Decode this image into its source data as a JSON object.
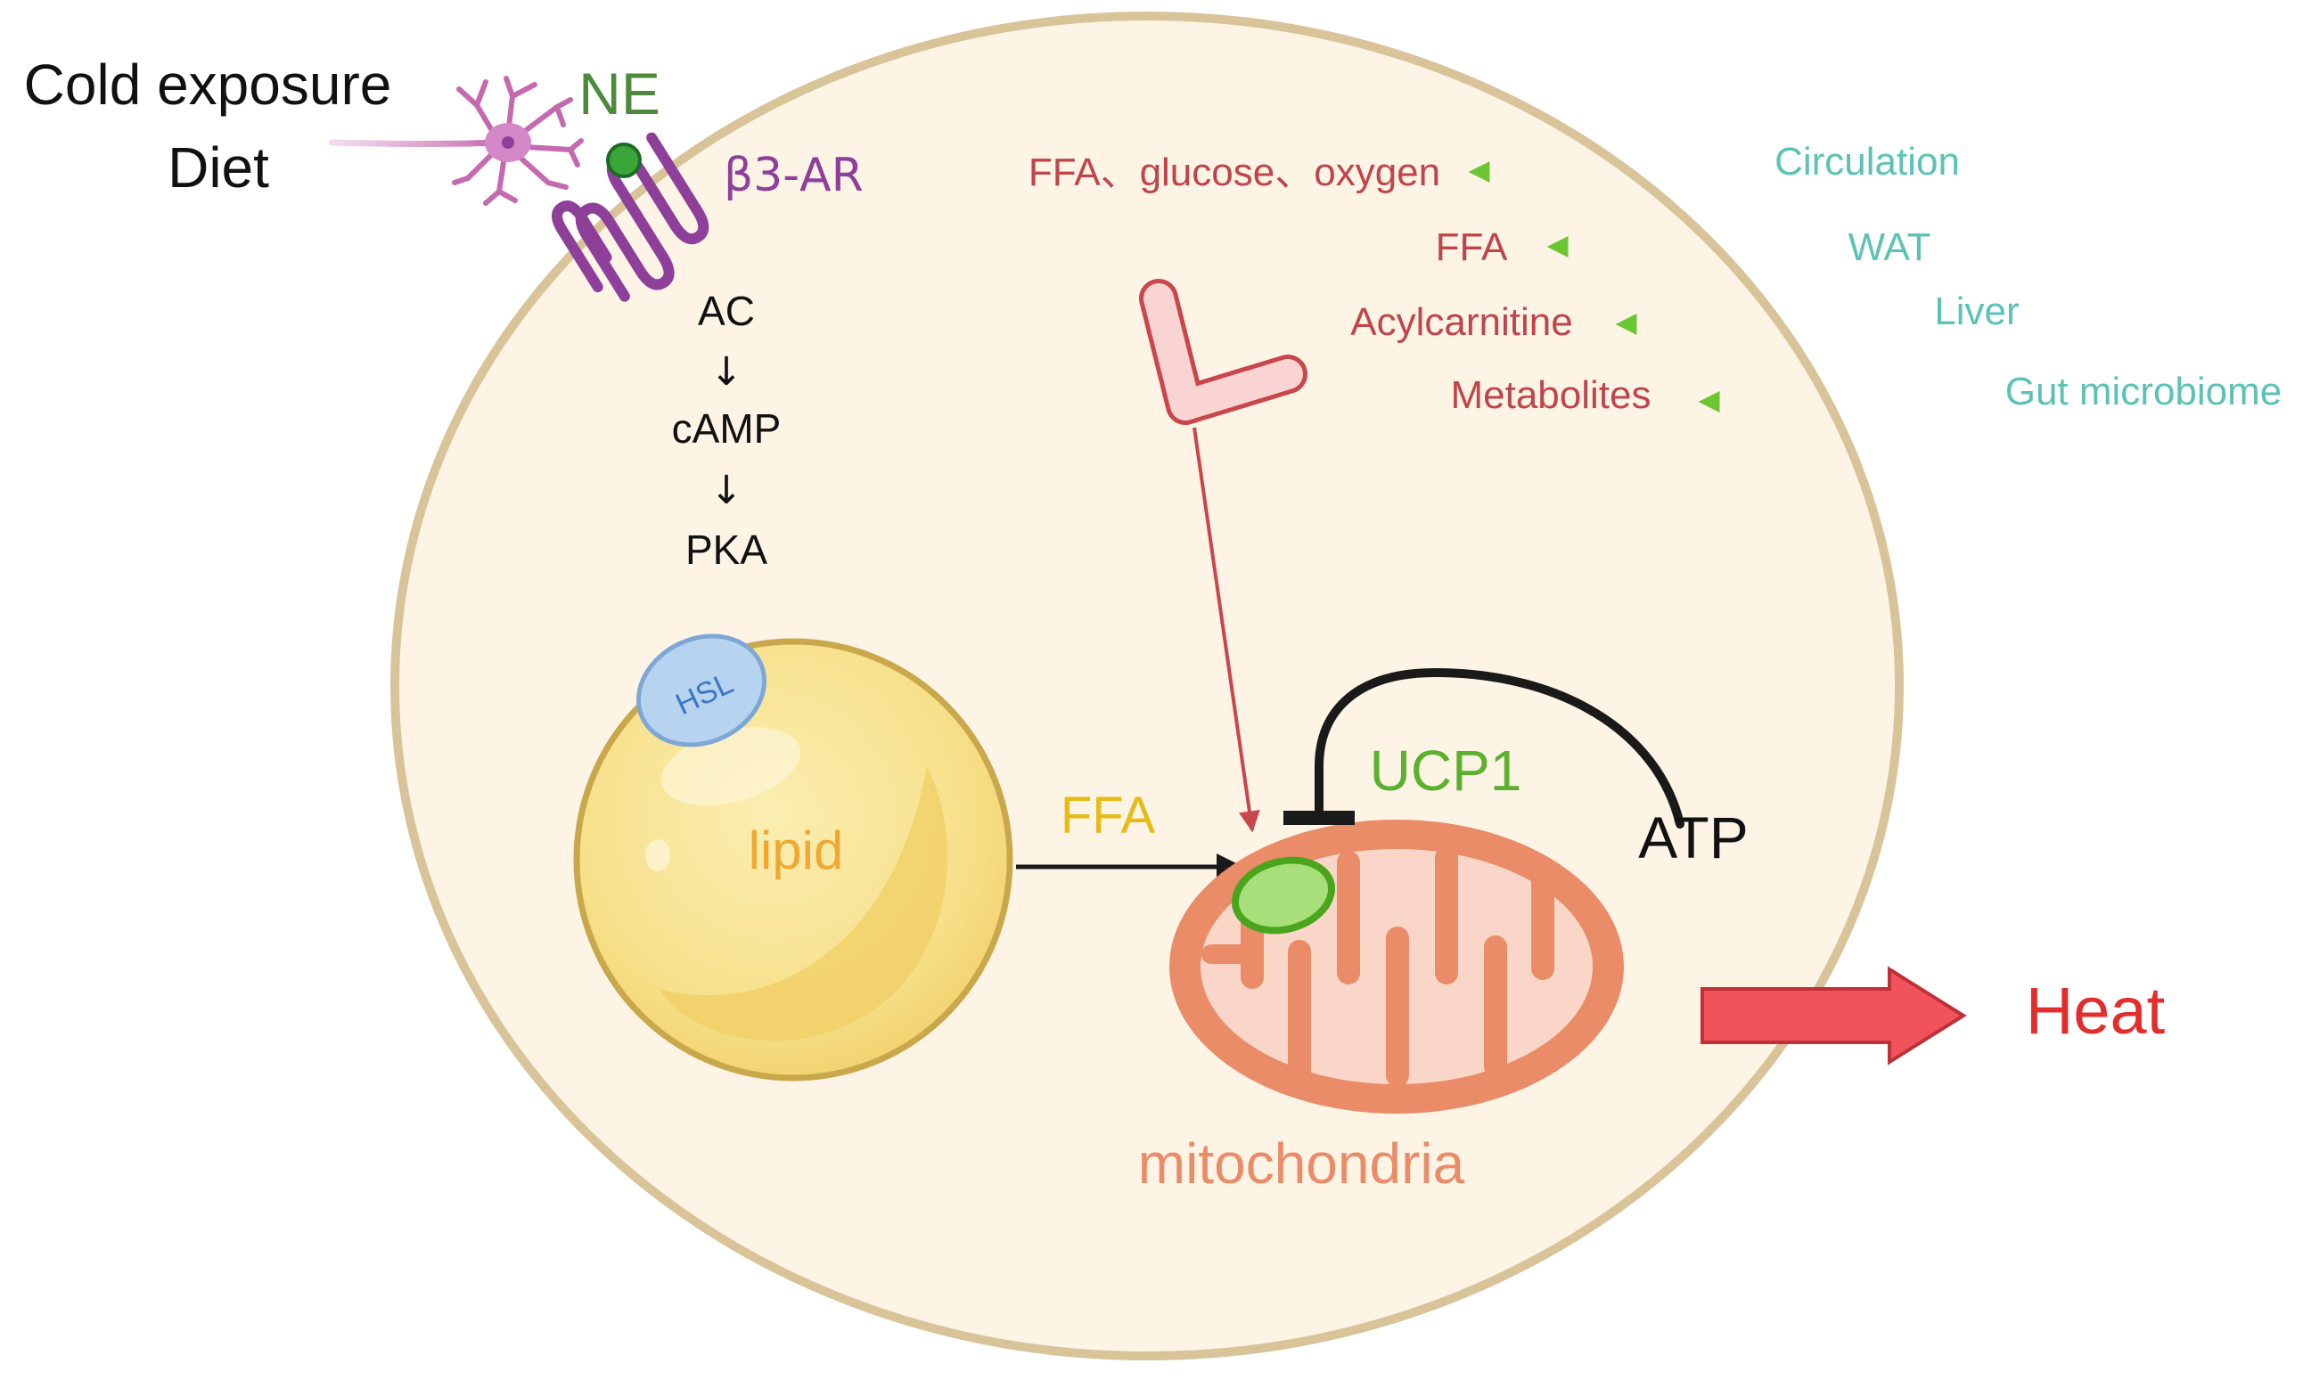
{
  "stimulus": {
    "line1": "Cold exposure",
    "line2": "Diet"
  },
  "receptor": {
    "ligand": "NE",
    "name": "β3-AR"
  },
  "cascade": {
    "step1": "AC",
    "arrow1": "↓",
    "step2": "cAMP",
    "arrow2": "↓",
    "step3": "PKA"
  },
  "lipid_droplet": {
    "enzyme": "HSL",
    "label": "lipid"
  },
  "ffa_flow": "FFA",
  "ucp1": "UCP1",
  "atp": "ATP",
  "mitochondria": "mitochondria",
  "heat": "Heat",
  "substrates": [
    {
      "substrate": "FFA、glucose、oxygen",
      "source": "Circulation"
    },
    {
      "substrate": "FFA",
      "source": "WAT"
    },
    {
      "substrate": "Acylcarnitine",
      "source": "Liver"
    },
    {
      "substrate": "Metabolites",
      "source": "Gut microbiome"
    }
  ],
  "colors": {
    "cell_fill": "#fdf4e6",
    "cell_border": "#d9c49a",
    "substrate_text": "#c0454a",
    "source_text": "#5cc2b4",
    "source_arrow": "#6cc631",
    "receptor": "#8e3f9a",
    "ne_text": "#4f8a3c",
    "ucp1_text": "#5bb12e",
    "lipid_text": "#f0a833",
    "ffa_text": "#e7bb16",
    "mito_fill": "#e98c67",
    "mito_text": "#e98c67",
    "heat_text": "#e32c2c",
    "heat_arrow": "#f0545a"
  }
}
